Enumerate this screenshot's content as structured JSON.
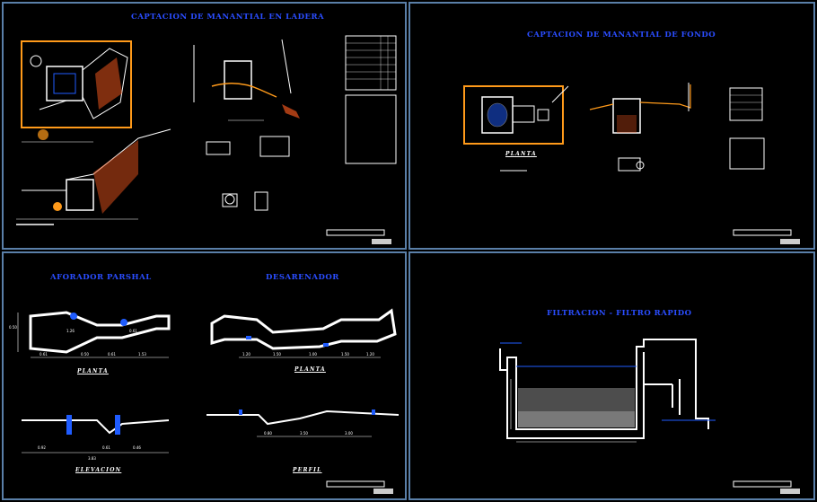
{
  "sheets": {
    "ladera": {
      "title": "CAPTACION DE MANANTIAL EN LADERA"
    },
    "fondo": {
      "title": "CAPTACION DE MANANTIAL DE FONDO",
      "plan_label": "PLANTA"
    },
    "aforador": {
      "title": "AFORADOR PARSHAL",
      "plan_label": "PLANTA",
      "elev_label": "ELEVACION",
      "dims": [
        "0.50",
        "0.61",
        "0.50",
        "0.61",
        "1.53",
        "1.26",
        "0.61",
        "0.92",
        "0.61",
        "0.46",
        "3.83"
      ]
    },
    "desarenador": {
      "title": "DESARENADOR",
      "plan_label": "PLANTA",
      "profile_label": "PERFIL",
      "dims": [
        "1.20",
        "1.50",
        "1.00",
        "1.50",
        "1.20",
        "0.80",
        "3.50",
        "3.00"
      ]
    },
    "filtracion": {
      "title": "FILTRACION - FILTRO RAPIDO"
    }
  },
  "colors": {
    "sheet_border": "#5a7fa8",
    "title": "#2a4dff",
    "orange": "#ff9a1a",
    "line": "#ffffff",
    "accent_blue": "#1f5cff",
    "hatch": "#e8541c"
  }
}
